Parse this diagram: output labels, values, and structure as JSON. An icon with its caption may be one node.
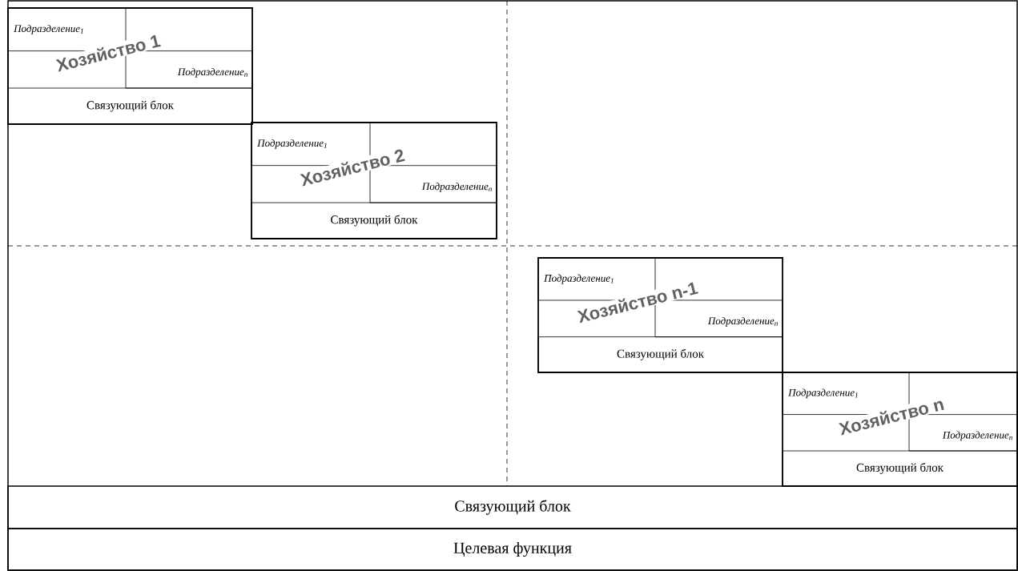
{
  "diagram": {
    "nodes": [
      {
        "text": [
          "Хозяйство 1"
        ]
      },
      {
        "text": [
          "Подразделение$_{1}$"
        ],
        "in": 0
      },
      {
        "text": [
          "Подразделение$_{n}$"
        ],
        "in": 0
      },
      {
        "text": [
          "Связующий блок"
        ],
        "in": 0
      },
      {
        "text": [
          "Хозяйство 2"
        ]
      },
      {
        "text": [
          "Подразделение$_{1}$"
        ],
        "in": 4
      },
      {
        "text": [
          "Подразделение$_{n}$"
        ],
        "in": 4
      },
      {
        "text": [
          "Связующий блок"
        ],
        "in": 4
      },
      {
        "text": [
          "Хозяйство n-1"
        ]
      },
      {
        "text": [
          "Подразделение$_{1}$"
        ],
        "in": 8
      },
      {
        "text": [
          "Подразделение$_{n}$"
        ],
        "in": 8
      },
      {
        "text": [
          "Связующий блок"
        ],
        "in": 8
      },
      {
        "text": [
          "Хозяйство n"
        ]
      },
      {
        "text": [
          "Подразделение$_{1}$"
        ],
        "in": 12
      },
      {
        "text": [
          "Подразделение$_{n}$"
        ],
        "in": 12
      },
      {
        "text": [
          "Связующий блок"
        ],
        "in": 12
      },
      {
        "text": [
          "Связующий блок"
        ]
      },
      {
        "text": [
          "Целевая функция"
        ]
      }
    ]
  }
}
